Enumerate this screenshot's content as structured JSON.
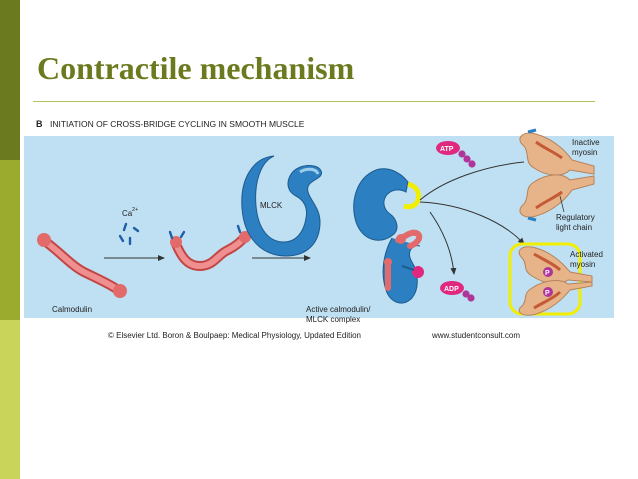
{
  "slide": {
    "title": "Contractile mechanism",
    "accent_colors": {
      "dark": "#6b7a1e",
      "mid": "#9aab2e",
      "light": "#c8d45a"
    }
  },
  "figure": {
    "panel_letter": "B",
    "caption": "INITIATION OF CROSS-BRIDGE CYCLING IN SMOOTH MUSCLE",
    "labels": {
      "calmodulin": "Calmodulin",
      "calcium": "Ca",
      "calcium_charge": "2+",
      "mlck": "MLCK",
      "complex_line1": "Active calmodulin/",
      "complex_line2": "MLCK complex",
      "atp": "ATP",
      "adp": "ADP",
      "inactive_line1": "Inactive",
      "inactive_line2": "myosin",
      "regulatory_line1": "Regulatory",
      "regulatory_line2": "light chain",
      "activated_line1": "Activated",
      "activated_line2": "myosin",
      "phosphate": "P"
    },
    "credit": "© Elsevier Ltd. Boron & Boulpaep: Medical Physiology, Updated Edition",
    "website": "www.studentconsult.com",
    "colors": {
      "band": "#bfe0f2",
      "calmodulin": "#e26a6a",
      "mlck": "#2c7fc1",
      "atp": "#e0287f",
      "myosin": "#e7b48a",
      "activated_ring": "#f2ee00",
      "phosphate": "#b0359a"
    }
  }
}
